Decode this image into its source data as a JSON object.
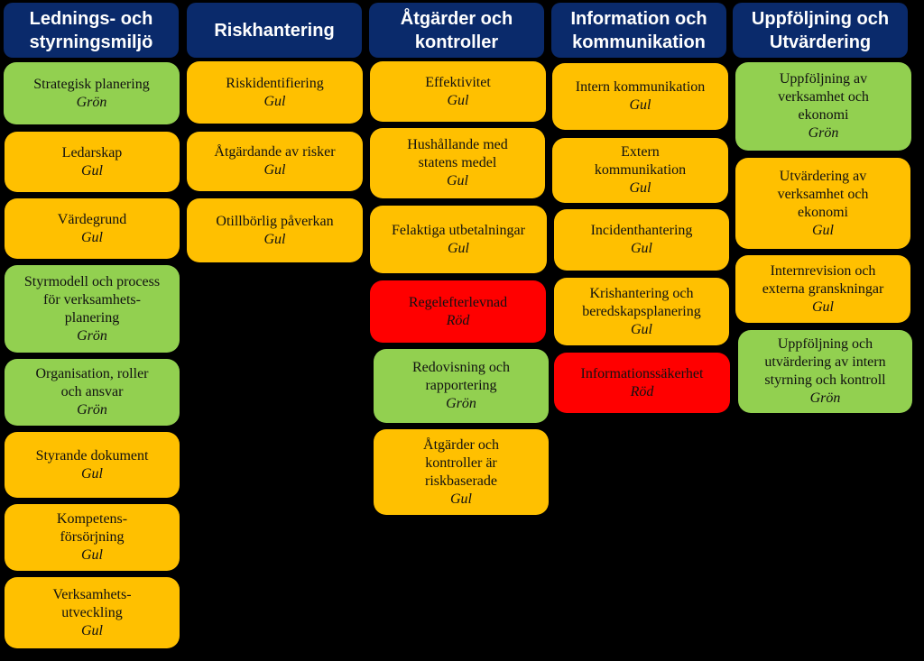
{
  "colors": {
    "header": "#0a2a6b",
    "Grön": "#92d050",
    "Gul": "#ffc000",
    "Röd": "#ff0000",
    "background": "#000000"
  },
  "columns": [
    {
      "header": "Lednings- och\nstyrningsmiljö",
      "items": [
        {
          "name": "Strategisk planering",
          "status": "Grön"
        },
        {
          "name": "Ledarskap",
          "status": "Gul"
        },
        {
          "name": "Värdegrund",
          "status": "Gul"
        },
        {
          "name": "Styrmodell och process\nför verksamhets-\nplanering",
          "status": "Grön"
        },
        {
          "name": "Organisation, roller\noch ansvar",
          "status": "Grön"
        },
        {
          "name": "Styrande dokument",
          "status": "Gul"
        },
        {
          "name": "Kompetens-\nförsörjning",
          "status": "Gul"
        },
        {
          "name": "Verksamhets-\nutveckling",
          "status": "Gul"
        }
      ]
    },
    {
      "header": "Riskhantering",
      "items": [
        {
          "name": "Riskidentifiering",
          "status": "Gul"
        },
        {
          "name": "Åtgärdande av risker",
          "status": "Gul"
        },
        {
          "name": "Otillbörlig påverkan",
          "status": "Gul"
        }
      ]
    },
    {
      "header": "Åtgärder och\nkontroller",
      "items": [
        {
          "name": "Effektivitet",
          "status": "Gul"
        },
        {
          "name": "Hushållande med\nstatens medel",
          "status": "Gul"
        },
        {
          "name": "Felaktiga utbetalningar",
          "status": "Gul"
        },
        {
          "name": "Regelefterlevnad",
          "status": "Röd"
        },
        {
          "name": "Redovisning och\nrapportering",
          "status": "Grön"
        },
        {
          "name": "Åtgärder och\nkontroller är\nriskbaserade",
          "status": "Gul"
        }
      ]
    },
    {
      "header": "Information och\nkommunikation",
      "items": [
        {
          "name": "Intern kommunikation",
          "status": "Gul"
        },
        {
          "name": "Extern\nkommunikation",
          "status": "Gul"
        },
        {
          "name": "Incidenthantering",
          "status": "Gul"
        },
        {
          "name": "Krishantering och\nberedskapsplanering",
          "status": "Gul"
        },
        {
          "name": "Informationssäkerhet",
          "status": "Röd"
        }
      ]
    },
    {
      "header": "Uppföljning och\nUtvärdering",
      "items": [
        {
          "name": "Uppföljning av\nverksamhet och\nekonomi",
          "status": "Grön"
        },
        {
          "name": "Utvärdering av\nverksamhet och\nekonomi",
          "status": "Gul"
        },
        {
          "name": "Internrevision och\nexterna granskningar",
          "status": "Gul"
        },
        {
          "name": "Uppföljning och\nutvärdering av intern\nstyrning och kontroll",
          "status": "Grön"
        }
      ]
    }
  ]
}
